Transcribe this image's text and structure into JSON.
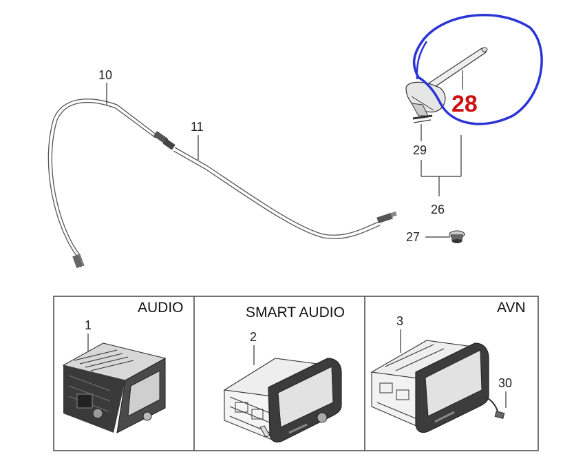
{
  "colors": {
    "highlight_circle": "#2b35d6",
    "highlight_label": "#cc1111",
    "line": "#333333"
  },
  "callouts": {
    "n10": "10",
    "n11": "11",
    "n28": "28",
    "n29": "29",
    "n26": "26",
    "n27": "27",
    "n1": "1",
    "n2": "2",
    "n3": "3",
    "n30": "30"
  },
  "panels": {
    "audio": "AUDIO",
    "smart_audio": "SMART AUDIO",
    "avn": "AVN"
  }
}
